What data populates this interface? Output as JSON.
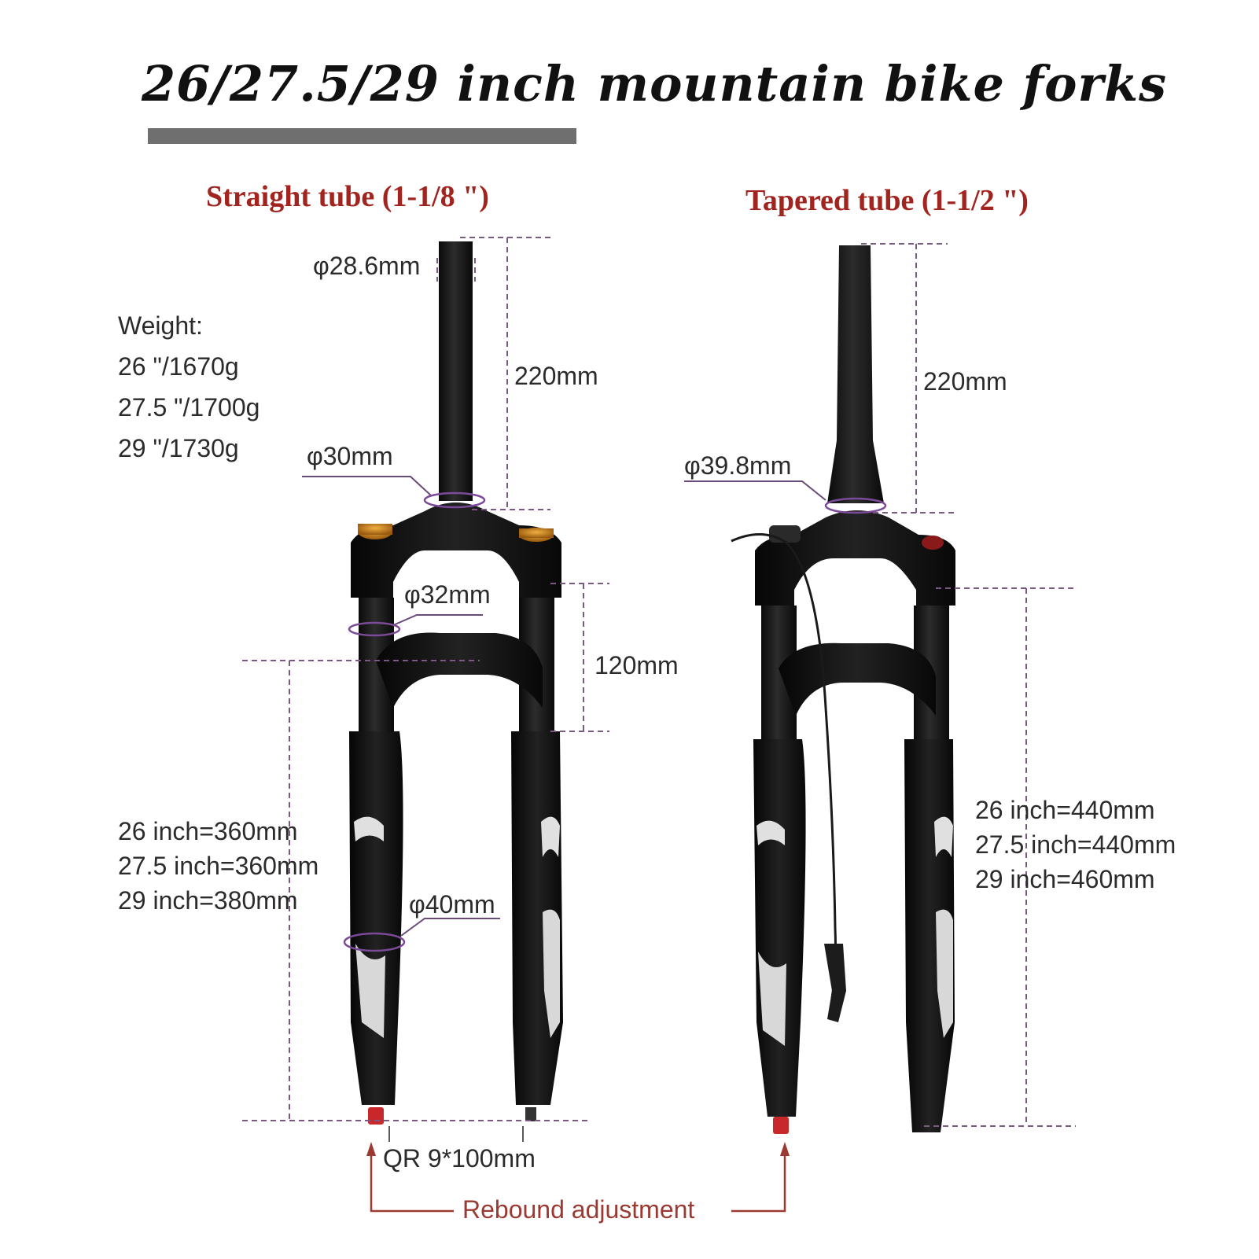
{
  "title": "26/27.5/29 inch mountain bike forks",
  "left_fork": {
    "heading": "Straight tube (1-1/8 \")",
    "steerer_diameter": "φ28.6mm",
    "steerer_length": "220mm",
    "crown_diameter": "φ30mm",
    "stanchion_diameter": "φ32mm",
    "travel": "120mm",
    "lower_diameter": "φ40mm",
    "axle": "QR 9*100mm",
    "lengths": [
      "26 inch=360mm",
      "27.5 inch=360mm",
      "29 inch=380mm"
    ]
  },
  "right_fork": {
    "heading": "Tapered tube (1-1/2 \")",
    "steerer_length": "220mm",
    "crown_diameter": "φ39.8mm",
    "lengths": [
      "26 inch=440mm",
      "27.5 inch=440mm",
      "29 inch=460mm"
    ]
  },
  "weight": {
    "label": "Weight:",
    "items": [
      "26 \"/1670g",
      "27.5 \"/1700g",
      "29 \"/1730g"
    ]
  },
  "rebound_label": "Rebound adjustment",
  "colors": {
    "heading": "#a1241e",
    "rebound": "#9b3a33",
    "dim_line": "#7a5a80",
    "fork_body": "#141414",
    "title_bar": "#6f6f6f"
  },
  "icons": [
    "fork-illustration-straight",
    "fork-illustration-tapered",
    "arrow-up-icon"
  ]
}
